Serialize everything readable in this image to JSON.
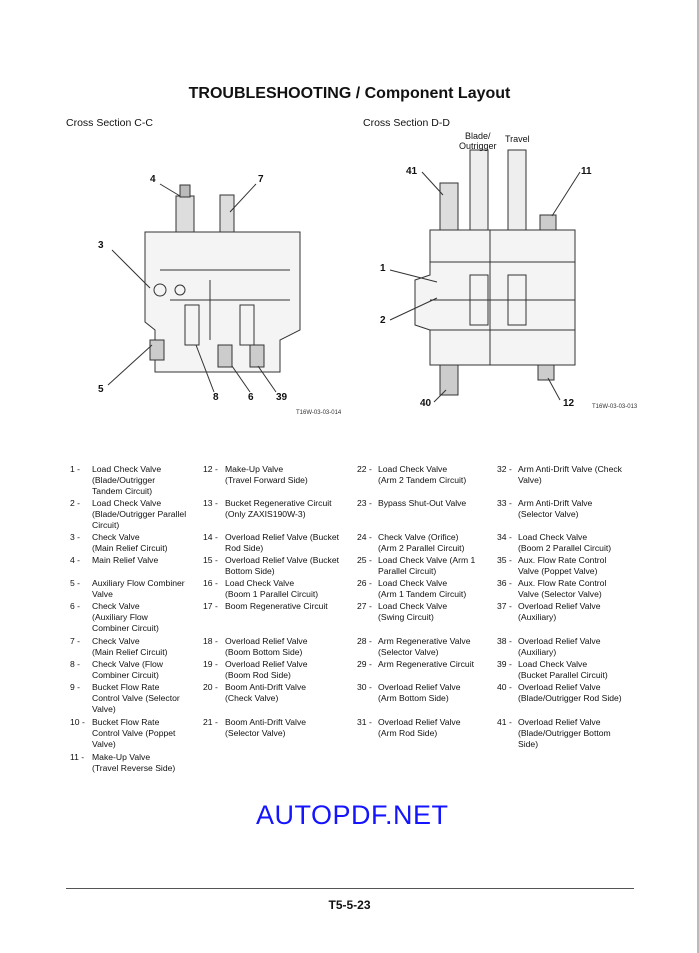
{
  "header": {
    "title": "TROUBLESHOOTING / Component Layout"
  },
  "figures": {
    "left": {
      "title": "Cross Section C-C",
      "code": "T16W-03-03-014",
      "callouts": [
        "4",
        "7",
        "3",
        "5",
        "8",
        "6",
        "39"
      ]
    },
    "right": {
      "title": "Cross Section D-D",
      "code": "T16W-03-03-013",
      "labels": {
        "blade": [
          "Blade/",
          "Outrigger"
        ],
        "travel": "Travel"
      },
      "callouts": [
        "41",
        "11",
        "1",
        "2",
        "40",
        "12"
      ]
    }
  },
  "legend": [
    {
      "num": "1 -",
      "lines": [
        "Load Check Valve",
        "(Blade/Outrigger",
        "Tandem Circuit)"
      ]
    },
    {
      "num": "2 -",
      "lines": [
        "Load Check Valve",
        "(Blade/Outrigger Parallel",
        "Circuit)"
      ]
    },
    {
      "num": "3 -",
      "lines": [
        "Check Valve",
        "(Main Relief Circuit)"
      ]
    },
    {
      "num": "4 -",
      "lines": [
        "Main Relief Valve"
      ]
    },
    {
      "num": "5 -",
      "lines": [
        "Auxiliary Flow Combiner",
        "Valve"
      ]
    },
    {
      "num": "6 -",
      "lines": [
        "Check Valve",
        "(Auxiliary Flow",
        "Combiner Circuit)"
      ]
    },
    {
      "num": "7 -",
      "lines": [
        "Check Valve",
        "(Main Relief Circuit)"
      ]
    },
    {
      "num": "8 -",
      "lines": [
        "Check Valve (Flow",
        "Combiner Circuit)"
      ]
    },
    {
      "num": "9 -",
      "lines": [
        "Bucket Flow Rate",
        "Control Valve (Selector",
        "Valve)"
      ]
    },
    {
      "num": "10 -",
      "lines": [
        "Bucket Flow Rate",
        "Control Valve (Poppet",
        "Valve)"
      ]
    },
    {
      "num": "11 -",
      "lines": [
        "Make-Up Valve",
        "(Travel Reverse Side)"
      ]
    },
    {
      "num": "12 -",
      "lines": [
        "Make-Up Valve",
        "(Travel Forward Side)"
      ]
    },
    {
      "num": "13 -",
      "lines": [
        "Bucket Regenerative Circuit",
        "(Only ZAXIS190W-3)"
      ]
    },
    {
      "num": "14 -",
      "lines": [
        "Overload Relief Valve (Bucket",
        "Rod Side)"
      ]
    },
    {
      "num": "15 -",
      "lines": [
        "Overload Relief Valve (Bucket",
        "Bottom Side)"
      ]
    },
    {
      "num": "16 -",
      "lines": [
        "Load Check Valve",
        "(Boom 1 Parallel Circuit)"
      ]
    },
    {
      "num": "17 -",
      "lines": [
        "Boom Regenerative Circuit"
      ]
    },
    {
      "num": "18 -",
      "lines": [
        "Overload Relief Valve",
        "(Boom Bottom Side)"
      ]
    },
    {
      "num": "19 -",
      "lines": [
        "Overload Relief Valve",
        "(Boom Rod Side)"
      ]
    },
    {
      "num": "20 -",
      "lines": [
        "Boom Anti-Drift Valve",
        "(Check Valve)"
      ]
    },
    {
      "num": "21 -",
      "lines": [
        "Boom Anti-Drift Valve",
        "(Selector Valve)"
      ]
    },
    {
      "num": "22 -",
      "lines": [
        "Load Check Valve",
        "(Arm 2 Tandem Circuit)"
      ]
    },
    {
      "num": "23 -",
      "lines": [
        "Bypass Shut-Out Valve"
      ]
    },
    {
      "num": "24 -",
      "lines": [
        "Check Valve (Orifice)",
        "(Arm 2 Parallel Circuit)"
      ]
    },
    {
      "num": "25 -",
      "lines": [
        "Load Check Valve (Arm 1",
        "Parallel Circuit)"
      ]
    },
    {
      "num": "26 -",
      "lines": [
        "Load Check Valve",
        "(Arm 1 Tandem Circuit)"
      ]
    },
    {
      "num": "27 -",
      "lines": [
        "Load Check Valve",
        "(Swing Circuit)"
      ]
    },
    {
      "num": "28 -",
      "lines": [
        "Arm Regenerative Valve",
        "(Selector Valve)"
      ]
    },
    {
      "num": "29 -",
      "lines": [
        "Arm Regenerative Circuit"
      ]
    },
    {
      "num": "30 -",
      "lines": [
        "Overload Relief Valve",
        "(Arm Bottom Side)"
      ]
    },
    {
      "num": "31 -",
      "lines": [
        "Overload Relief Valve",
        "(Arm Rod Side)"
      ]
    },
    {
      "num": "32 -",
      "lines": [
        "Arm Anti-Drift Valve (Check",
        "Valve)"
      ]
    },
    {
      "num": "33 -",
      "lines": [
        "Arm Anti-Drift Valve",
        "(Selector Valve)"
      ]
    },
    {
      "num": "34 -",
      "lines": [
        "Load Check Valve",
        "(Boom 2 Parallel Circuit)"
      ]
    },
    {
      "num": "35 -",
      "lines": [
        "Aux. Flow Rate Control",
        "Valve (Poppet Valve)"
      ]
    },
    {
      "num": "36 -",
      "lines": [
        "Aux. Flow Rate Control",
        "Valve (Selector Valve)"
      ]
    },
    {
      "num": "37 -",
      "lines": [
        "Overload Relief Valve",
        "(Auxiliary)"
      ]
    },
    {
      "num": "38 -",
      "lines": [
        "Overload Relief Valve",
        "(Auxiliary)"
      ]
    },
    {
      "num": "39 -",
      "lines": [
        "Load Check Valve",
        "(Bucket Parallel Circuit)"
      ]
    },
    {
      "num": "40 -",
      "lines": [
        "Overload Relief Valve",
        "(Blade/Outrigger Rod Side)"
      ]
    },
    {
      "num": "41 -",
      "lines": [
        "Overload Relief Valve",
        "(Blade/Outrigger Bottom",
        "Side)"
      ]
    }
  ],
  "footer": {
    "page": "T5-5-23"
  },
  "watermark": {
    "text": "AUTOPDF.NET",
    "color": "#1414ff"
  }
}
